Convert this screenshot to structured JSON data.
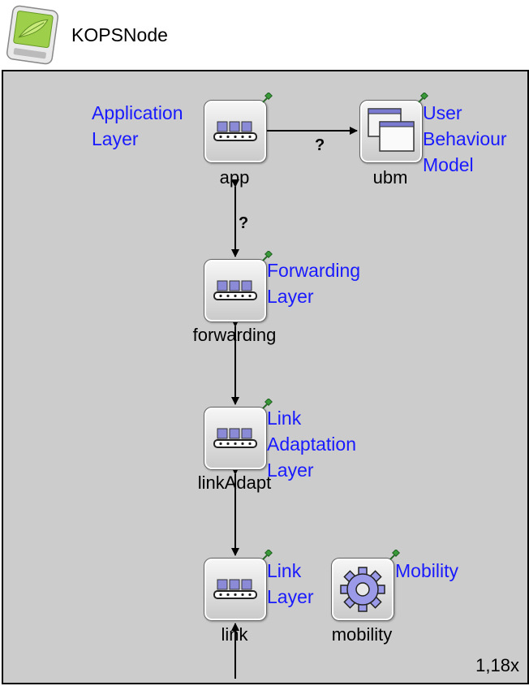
{
  "header": {
    "title": "KOPSNode",
    "icon": "node-device-icon"
  },
  "modules": {
    "app": {
      "name": "app",
      "label": "Application\nLayer",
      "icon": "queue-icon"
    },
    "ubm": {
      "name": "ubm",
      "label": "User\nBehaviour\nModel",
      "icon": "windows-icon"
    },
    "forwarding": {
      "name": "forwarding",
      "label": "Forwarding\nLayer",
      "icon": "queue-icon"
    },
    "linkAdapt": {
      "name": "linkAdapt",
      "label": "Link\nAdaptation\nLayer",
      "icon": "queue-icon"
    },
    "link": {
      "name": "link",
      "label": "Link\nLayer",
      "icon": "queue-icon"
    },
    "mobility": {
      "name": "mobility",
      "label": "Mobility",
      "icon": "gear-icon"
    }
  },
  "connections": {
    "app_ubm": "?",
    "app_forwarding": "?"
  },
  "zoom": "1,18x",
  "colors": {
    "canvas": "#cccccc",
    "label": "#1a1aff",
    "pin": "#3a9a3a"
  }
}
